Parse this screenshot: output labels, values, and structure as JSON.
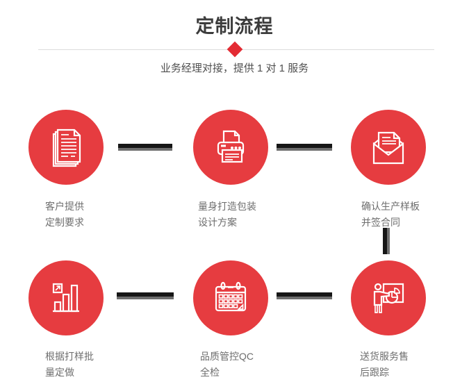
{
  "header": {
    "title": "定制流程",
    "subtitle": "业务经理对接，提供 1 对 1 服务",
    "diamond_icon": "diamond-icon"
  },
  "colors": {
    "accent_red": "#e63c40",
    "diamond_red": "#e32b33",
    "connector_dark": "#161616",
    "connector_gray": "#6e6e6e",
    "divider_gray": "#dcdcdc",
    "title_color": "#3c3c3c",
    "subtitle_color": "#4f4f4f",
    "label_color": "#6e6e6e"
  },
  "steps": [
    {
      "icon": "documents-icon",
      "label_line1": "客户提供",
      "label_line2": "定制要求"
    },
    {
      "icon": "printer-icon",
      "label_line1": "量身打造包装",
      "label_line2": "设计方案"
    },
    {
      "icon": "envelope-icon",
      "label_line1": "确认生产样板",
      "label_line2": "并签合同"
    },
    {
      "icon": "bar-chart-icon",
      "label_line1": "根据打样批",
      "label_line2": "量定做"
    },
    {
      "icon": "calendar-icon",
      "label_line1": "品质管控QC",
      "label_line2": "全检"
    },
    {
      "icon": "presentation-icon",
      "label_line1": "送货服务售",
      "label_line2": "后跟踪"
    }
  ]
}
